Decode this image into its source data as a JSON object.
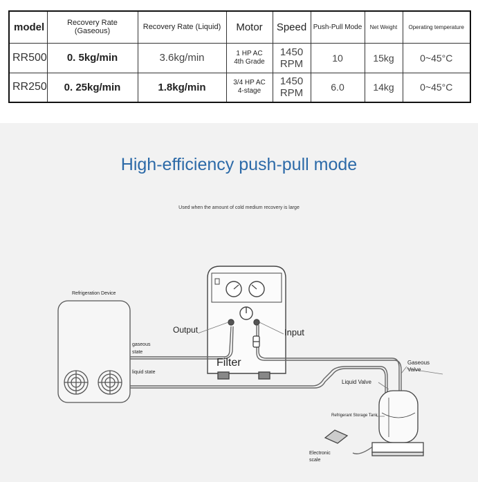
{
  "table": {
    "headers": {
      "model": "model",
      "rate_gas": "Recovery Rate (Gaseous)",
      "rate_liquid": "Recovery Rate (Liquid)",
      "motor": "Motor",
      "speed": "Speed",
      "push_pull": "Push-Pull Mode",
      "weight": "Net Weight",
      "temp": "Operating temperature"
    },
    "rows": [
      {
        "model": "RR500",
        "rate_gas": "0. 5kg/min",
        "rate_liquid": "3.6kg/min",
        "motor_line1": "1 HP AC",
        "motor_line2": "4th Grade",
        "speed_line1": "1450",
        "speed_line2": "RPM",
        "push_pull": "10",
        "weight": "15kg",
        "temp": "0~45°C"
      },
      {
        "model": "RR250",
        "rate_gas": "0. 25kg/min",
        "rate_liquid": "1.8kg/min",
        "motor_line1": "3/4 HP AC",
        "motor_line2": "4-stage",
        "speed_line1": "1450",
        "speed_line2": "RPM",
        "push_pull": "6.0",
        "weight": "14kg",
        "temp": "0~45°C"
      }
    ]
  },
  "diagram": {
    "title": "High-efficiency push-pull mode",
    "subtitle": "Used when the amount of cold medium recovery is large",
    "labels": {
      "refrigeration_device": "Refrigeration Device",
      "gaseous_state_1": "gaseous",
      "gaseous_state_2": "state",
      "liquid_state": "liquid state",
      "output": "Output",
      "input": "Input",
      "filter": "Filter",
      "gaseous_valve_1": "Gaseous",
      "gaseous_valve_2": "Valve",
      "liquid_valve": "Liquid Valve",
      "storage_tank": "Refrigerant Storage Tank",
      "scale_1": "Electronic",
      "scale_2": "scale"
    }
  }
}
